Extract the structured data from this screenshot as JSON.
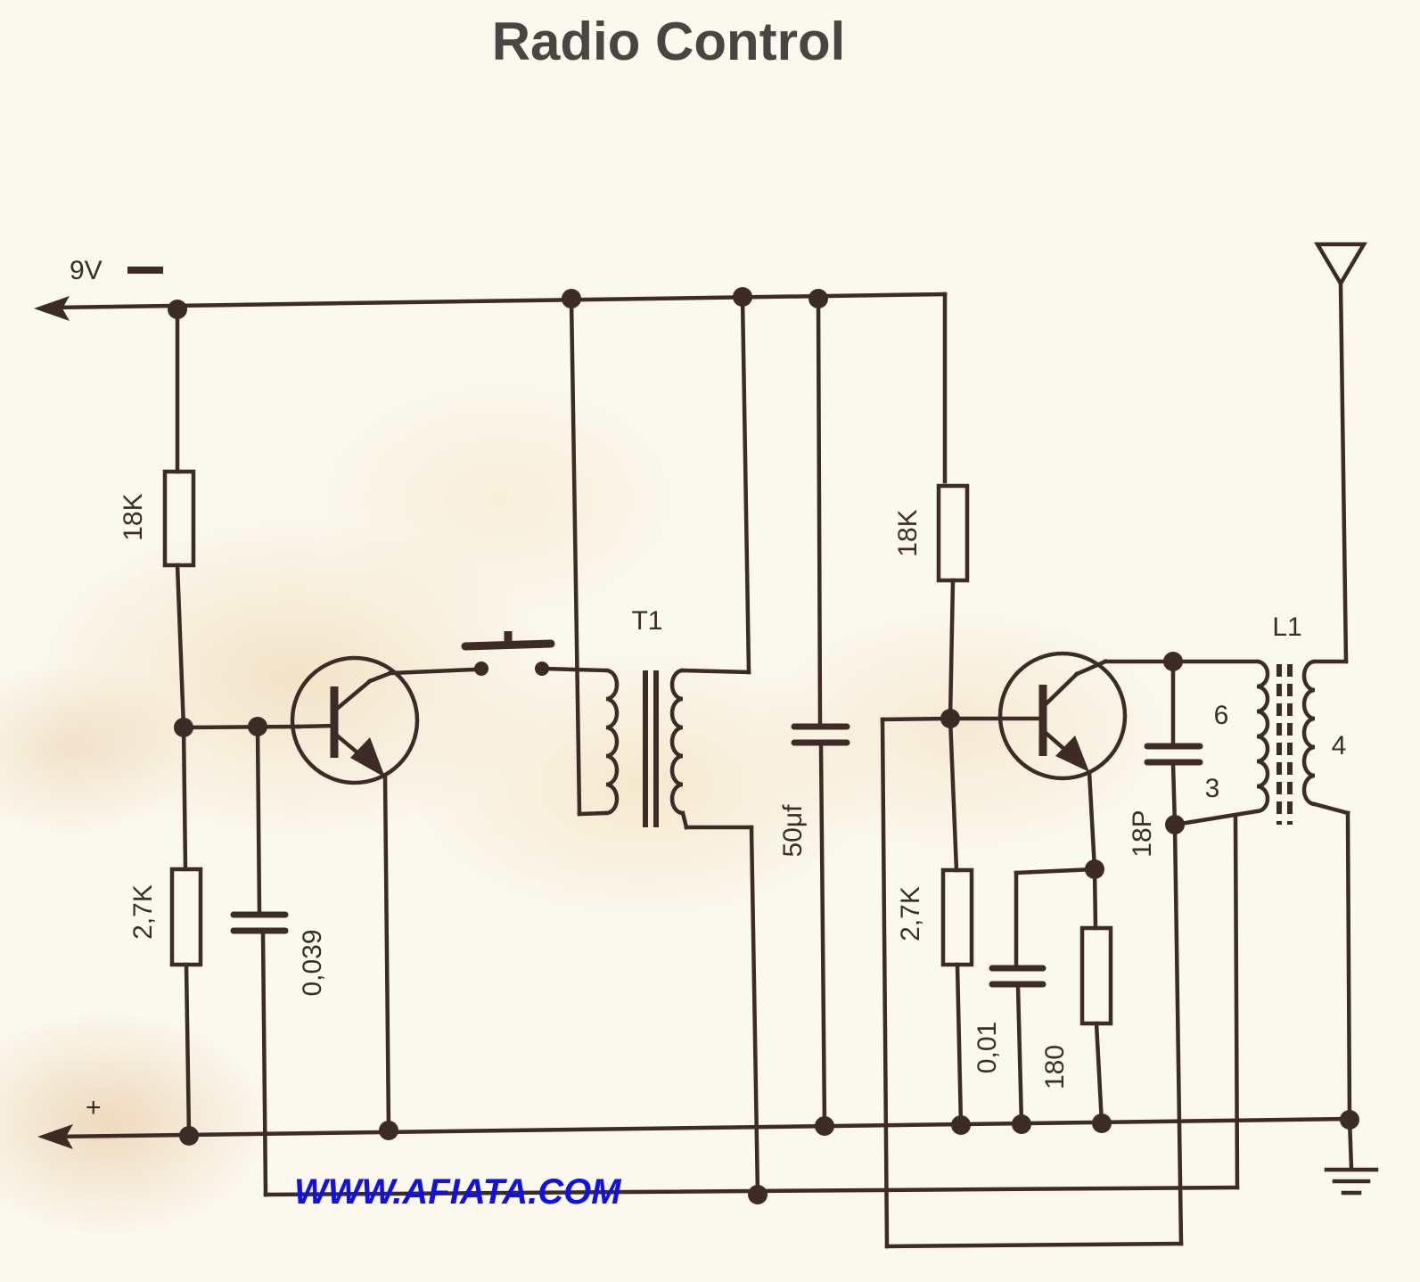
{
  "title": "Radio Control",
  "watermark": "WWW.AFIATA.COM",
  "labels": {
    "supply_neg": "9V",
    "supply_pos": "+",
    "r1": "18K",
    "r2": "2,7K",
    "c1": "0,039",
    "t1": "T1",
    "c_elec": "50μf",
    "r3": "18K",
    "r4": "2,7K",
    "c2": "0,01",
    "r5": "180",
    "c3": "18P",
    "l1": "L1",
    "tap6": "6",
    "tap3": "3",
    "tap4": "4"
  },
  "colors": {
    "ink": "#3d2b26",
    "paper": "#fbf8ee",
    "watermark": "#1010e8"
  }
}
